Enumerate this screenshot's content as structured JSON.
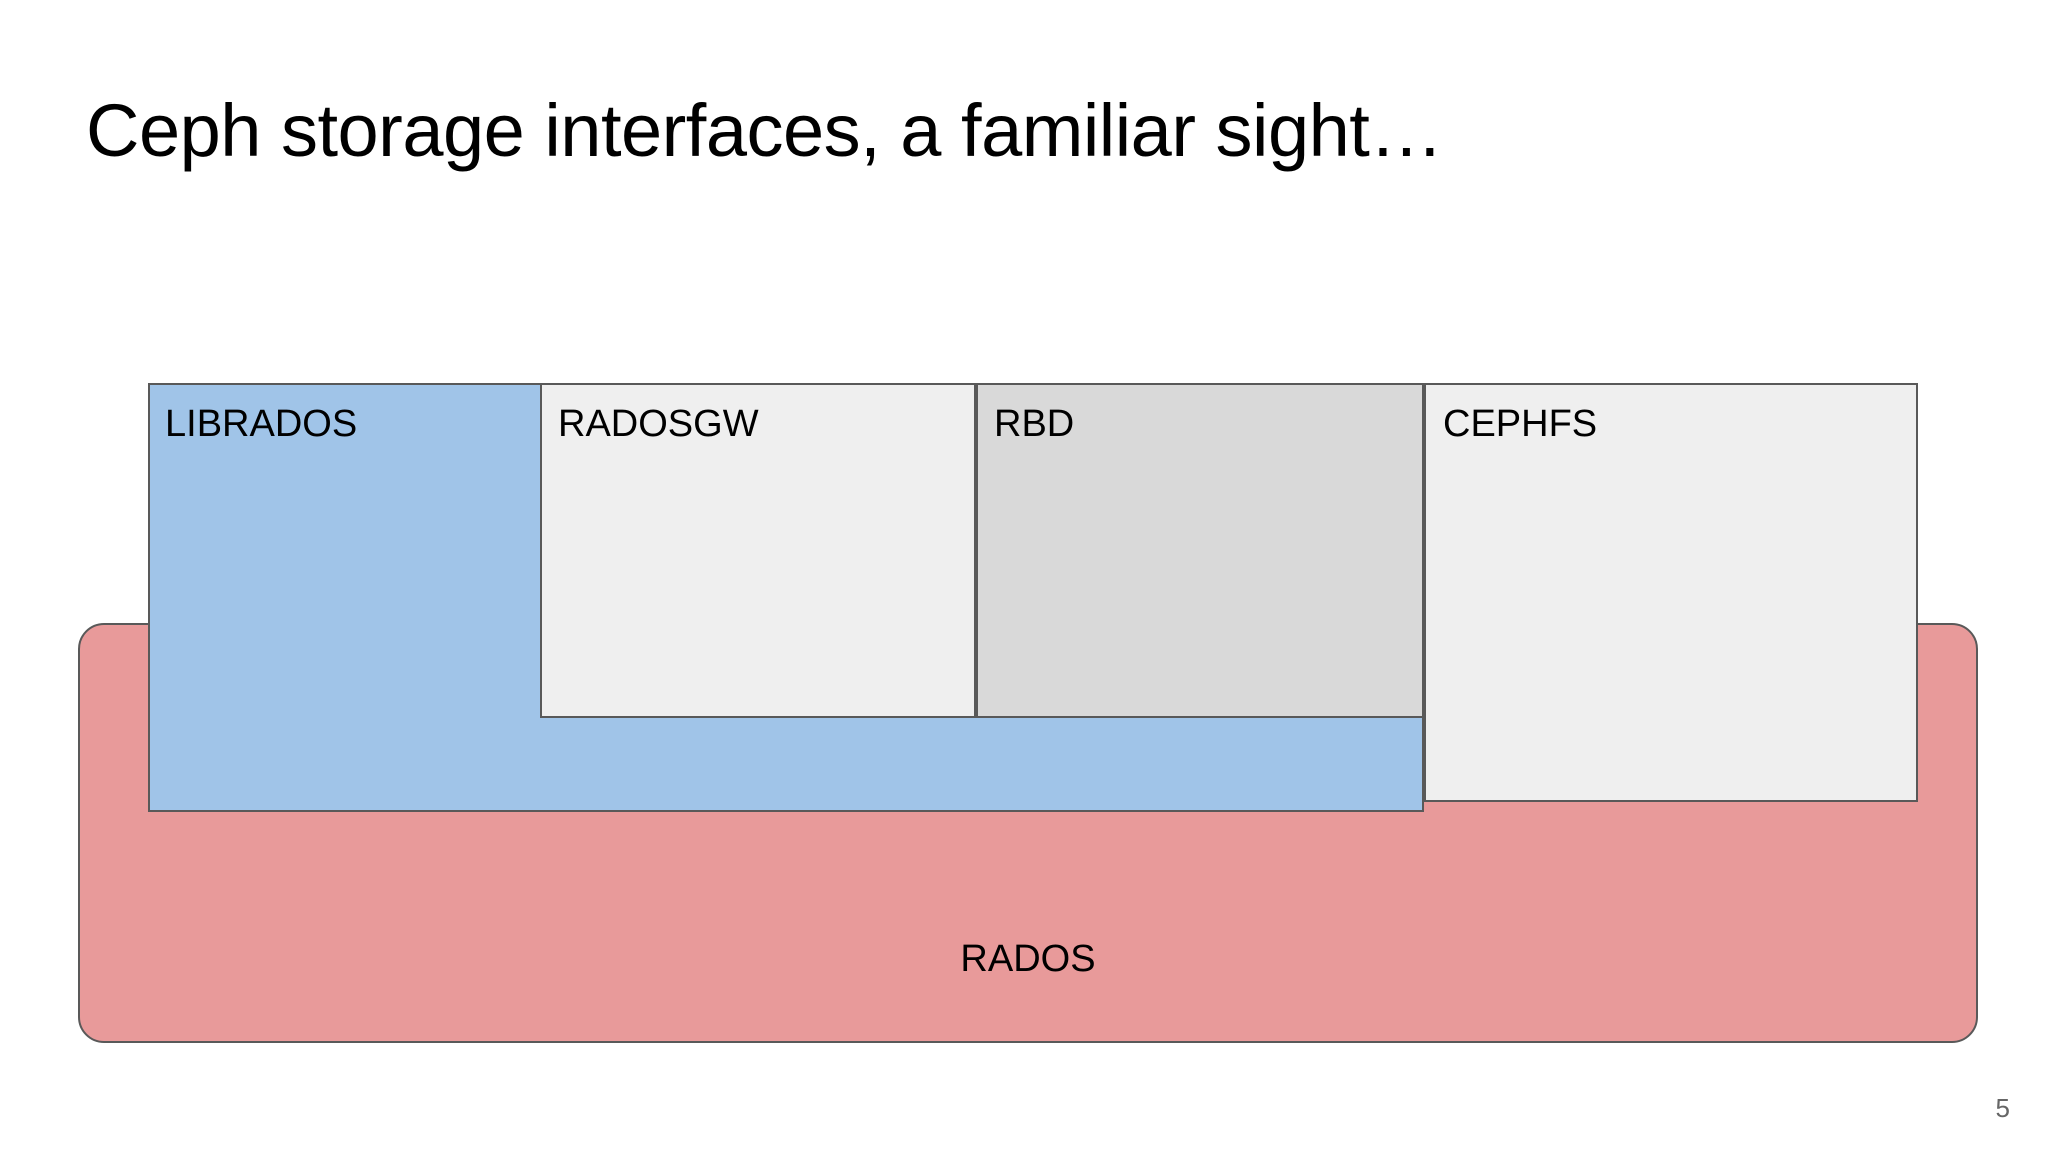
{
  "slide": {
    "title": "Ceph storage interfaces, a familiar sight…",
    "page_number": "5",
    "background_color": "#ffffff"
  },
  "diagram": {
    "type": "layered-architecture-diagram",
    "layers": [
      {
        "name": "rados",
        "label": "RADOS",
        "fill": "#e89a9a",
        "stroke": "#595959",
        "shape": "rounded-rectangle",
        "label_align": "center"
      },
      {
        "name": "librados",
        "label": "LIBRADOS",
        "fill": "#a0c4e8",
        "stroke": "#595959",
        "shape": "rectangle",
        "label_align": "left"
      },
      {
        "name": "radosgw",
        "label": "RADOSGW",
        "fill": "#efefef",
        "stroke": "#595959",
        "shape": "rectangle",
        "label_align": "left"
      },
      {
        "name": "rbd",
        "label": "RBD",
        "fill": "#d9d9d9",
        "stroke": "#595959",
        "shape": "rectangle",
        "label_align": "left"
      },
      {
        "name": "cephfs",
        "label": "CEPHFS",
        "fill": "#efefef",
        "stroke": "#595959",
        "shape": "rectangle",
        "label_align": "left"
      }
    ]
  }
}
